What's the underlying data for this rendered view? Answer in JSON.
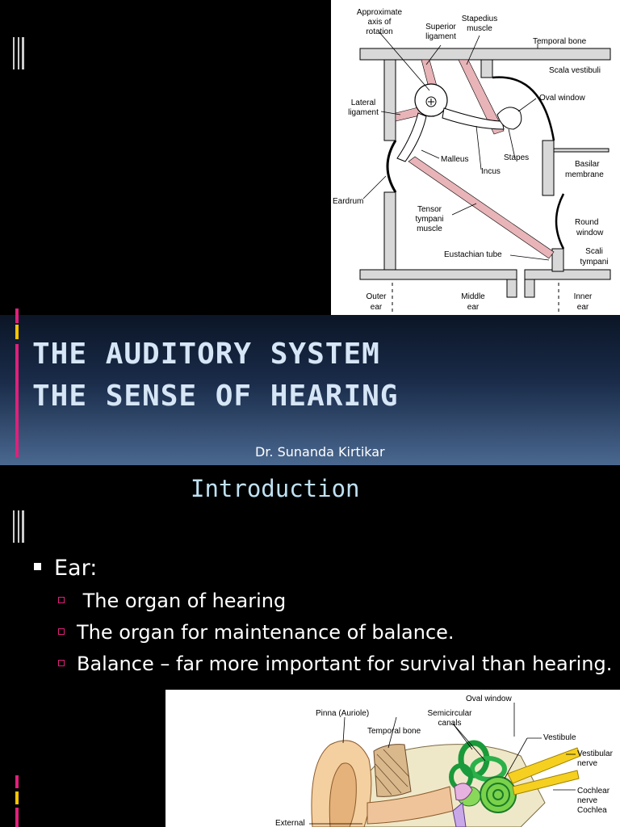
{
  "slide1": {
    "title_line1": "THE AUDITORY SYSTEM",
    "title_line2": "THE SENSE OF HEARING",
    "author": "Dr. Sunanda Kirtikar",
    "figure_labels": {
      "axis": [
        "Approximate",
        "axis of",
        "rotation"
      ],
      "superior": [
        "Superior",
        "ligament"
      ],
      "stapedius": [
        "Stapedius",
        "muscle"
      ],
      "temporal": "Temporal bone",
      "scala_vest": "Scala vestibuli",
      "lateral": [
        "Lateral",
        "ligament"
      ],
      "oval": "Oval window",
      "malleus": "Malleus",
      "stapes": "Stapes",
      "incus": "Incus",
      "basilar": [
        "Basilar",
        "membrane"
      ],
      "eardrum": "Eardrum",
      "tensor": [
        "Tensor",
        "tympani",
        "muscle"
      ],
      "round": [
        "Round",
        "window"
      ],
      "eustachian": "Eustachian tube",
      "scala_tymp": [
        "Scali",
        "tympani"
      ],
      "outer": [
        "Outer",
        "ear"
      ],
      "middle": [
        "Middle",
        "ear"
      ],
      "inner": [
        "Inner",
        "ear"
      ]
    }
  },
  "slide2": {
    "title": "Introduction",
    "bullet": "Ear:",
    "subs": [
      " The organ of hearing",
      "The organ for maintenance of balance.",
      "Balance – far more important for survival than hearing."
    ],
    "figure_labels": {
      "oval": "Oval window",
      "pinna": "Pinna (Auriole)",
      "semi": [
        "Semicircular",
        "canals"
      ],
      "temporal": "Temporal bone",
      "vestibule": "Vestibule",
      "vestibular": [
        "Vestibular",
        "nerve"
      ],
      "cochlear": [
        "Cochlear",
        "nerve"
      ],
      "cochlea": "Cochlea",
      "external": "External"
    }
  },
  "colors": {
    "pink": "#e0207a",
    "yellow": "#f5c400",
    "title": "#d6e6f6",
    "subtitle": "#bfe1f2"
  }
}
